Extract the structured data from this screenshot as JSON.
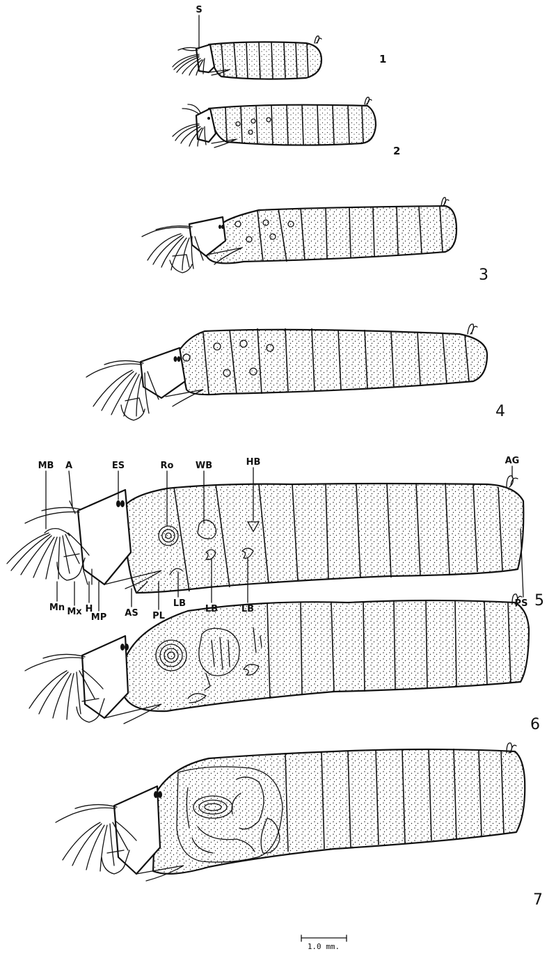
{
  "figures": [
    {
      "number": "1"
    },
    {
      "number": "2"
    },
    {
      "number": "3"
    },
    {
      "number": "4"
    },
    {
      "number": "5"
    },
    {
      "number": "6"
    },
    {
      "number": "7"
    }
  ],
  "labels": {
    "s": "S",
    "mb": "MB",
    "a": "A",
    "es": "ES",
    "ro": "Ro",
    "wb": "WB",
    "hb": "HB",
    "ag": "AG",
    "mn": "Mn",
    "mx": "Mx",
    "h": "H",
    "mp": "MP",
    "as": "AS",
    "pl": "PL",
    "lb_1": "LB",
    "lb_2": "LB",
    "lb_3": "LB",
    "ps": "PS"
  },
  "scale_bar": {
    "label": "1.0 mm."
  }
}
